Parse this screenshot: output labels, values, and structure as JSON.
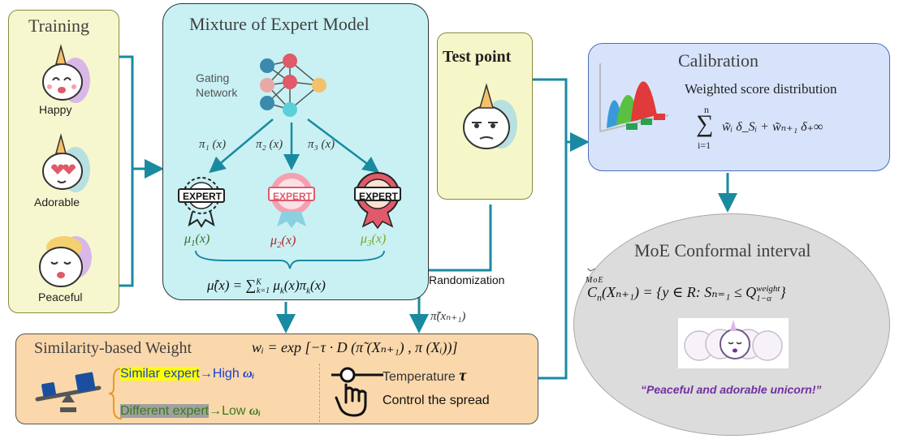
{
  "training": {
    "title": "Training",
    "items": [
      {
        "label": "Happy"
      },
      {
        "label": "Adorable"
      },
      {
        "label": "Peaceful"
      }
    ]
  },
  "moe": {
    "title": "Mixture of Expert Model",
    "gating_label": "Gating\nNetwork",
    "pi": [
      "π₁ (x)",
      "π₂ (x)",
      "π₃ (x)"
    ],
    "experts": [
      {
        "badge": "EXPERT",
        "mu_base": "μ",
        "mu_sub": "1",
        "mu_arg": "(x)",
        "color": "#3a6a2a"
      },
      {
        "badge": "EXPERT",
        "mu_base": "μ",
        "mu_sub": "2",
        "mu_arg": "(x)",
        "color": "#b22222"
      },
      {
        "badge": "EXPERT",
        "mu_base": "μ",
        "mu_sub": "3",
        "mu_arg": "(x)",
        "color": "#7aa820"
      }
    ],
    "aggregate": "μ̂(x) = Σ μₖ(x)πₖ(x)",
    "sum_upper": "K",
    "sum_lower": "k=1"
  },
  "test_point": {
    "title": "Test point"
  },
  "randomization": "Randomization",
  "pi_tilde": "π̃(xₙ₊₁)",
  "calibration": {
    "title": "Calibration",
    "subtitle": "Weighted score distribution",
    "sum_top": "n",
    "sum_bottom": "i=1",
    "formula": "w̃ᵢ δ_Sᵢ + w̃ₙ₊₁ δ₊∞"
  },
  "similarity": {
    "title": "Similarity-based Weight",
    "formula": "wᵢ = exp [−τ · D (π̃ (Xₙ₊₁) , π (Xᵢ))]",
    "rows": [
      {
        "label": "Similar  expert",
        "arrow": "→High ",
        "w": "ωᵢ",
        "highlight": "#ffff00",
        "text_color": "#1a3fd0"
      },
      {
        "label": "Different expert",
        "arrow": "→Low ",
        "w": "ωᵢ",
        "highlight": "#a0a0a0",
        "text_color": "#3a7a1a"
      }
    ],
    "temperature_label": "Temperature",
    "temperature_symbol": "τ",
    "control_text": "Control the spread"
  },
  "conformal": {
    "title": "MoE Conformal interval",
    "formula_lhs": "C",
    "formula_hat": "MoE",
    "formula_sub": "n",
    "formula_rest": "(Xₙ₊₁) = {y ∈ R: Sₙ₌₁ ≤ Q",
    "formula_sup": "weight",
    "formula_sub2": "1−α",
    "formula_end": "}",
    "caption": "“Peaceful and adorable unicorn!”"
  },
  "colors": {
    "arrow": "#1a8aa0",
    "caption": "#7030a0"
  }
}
